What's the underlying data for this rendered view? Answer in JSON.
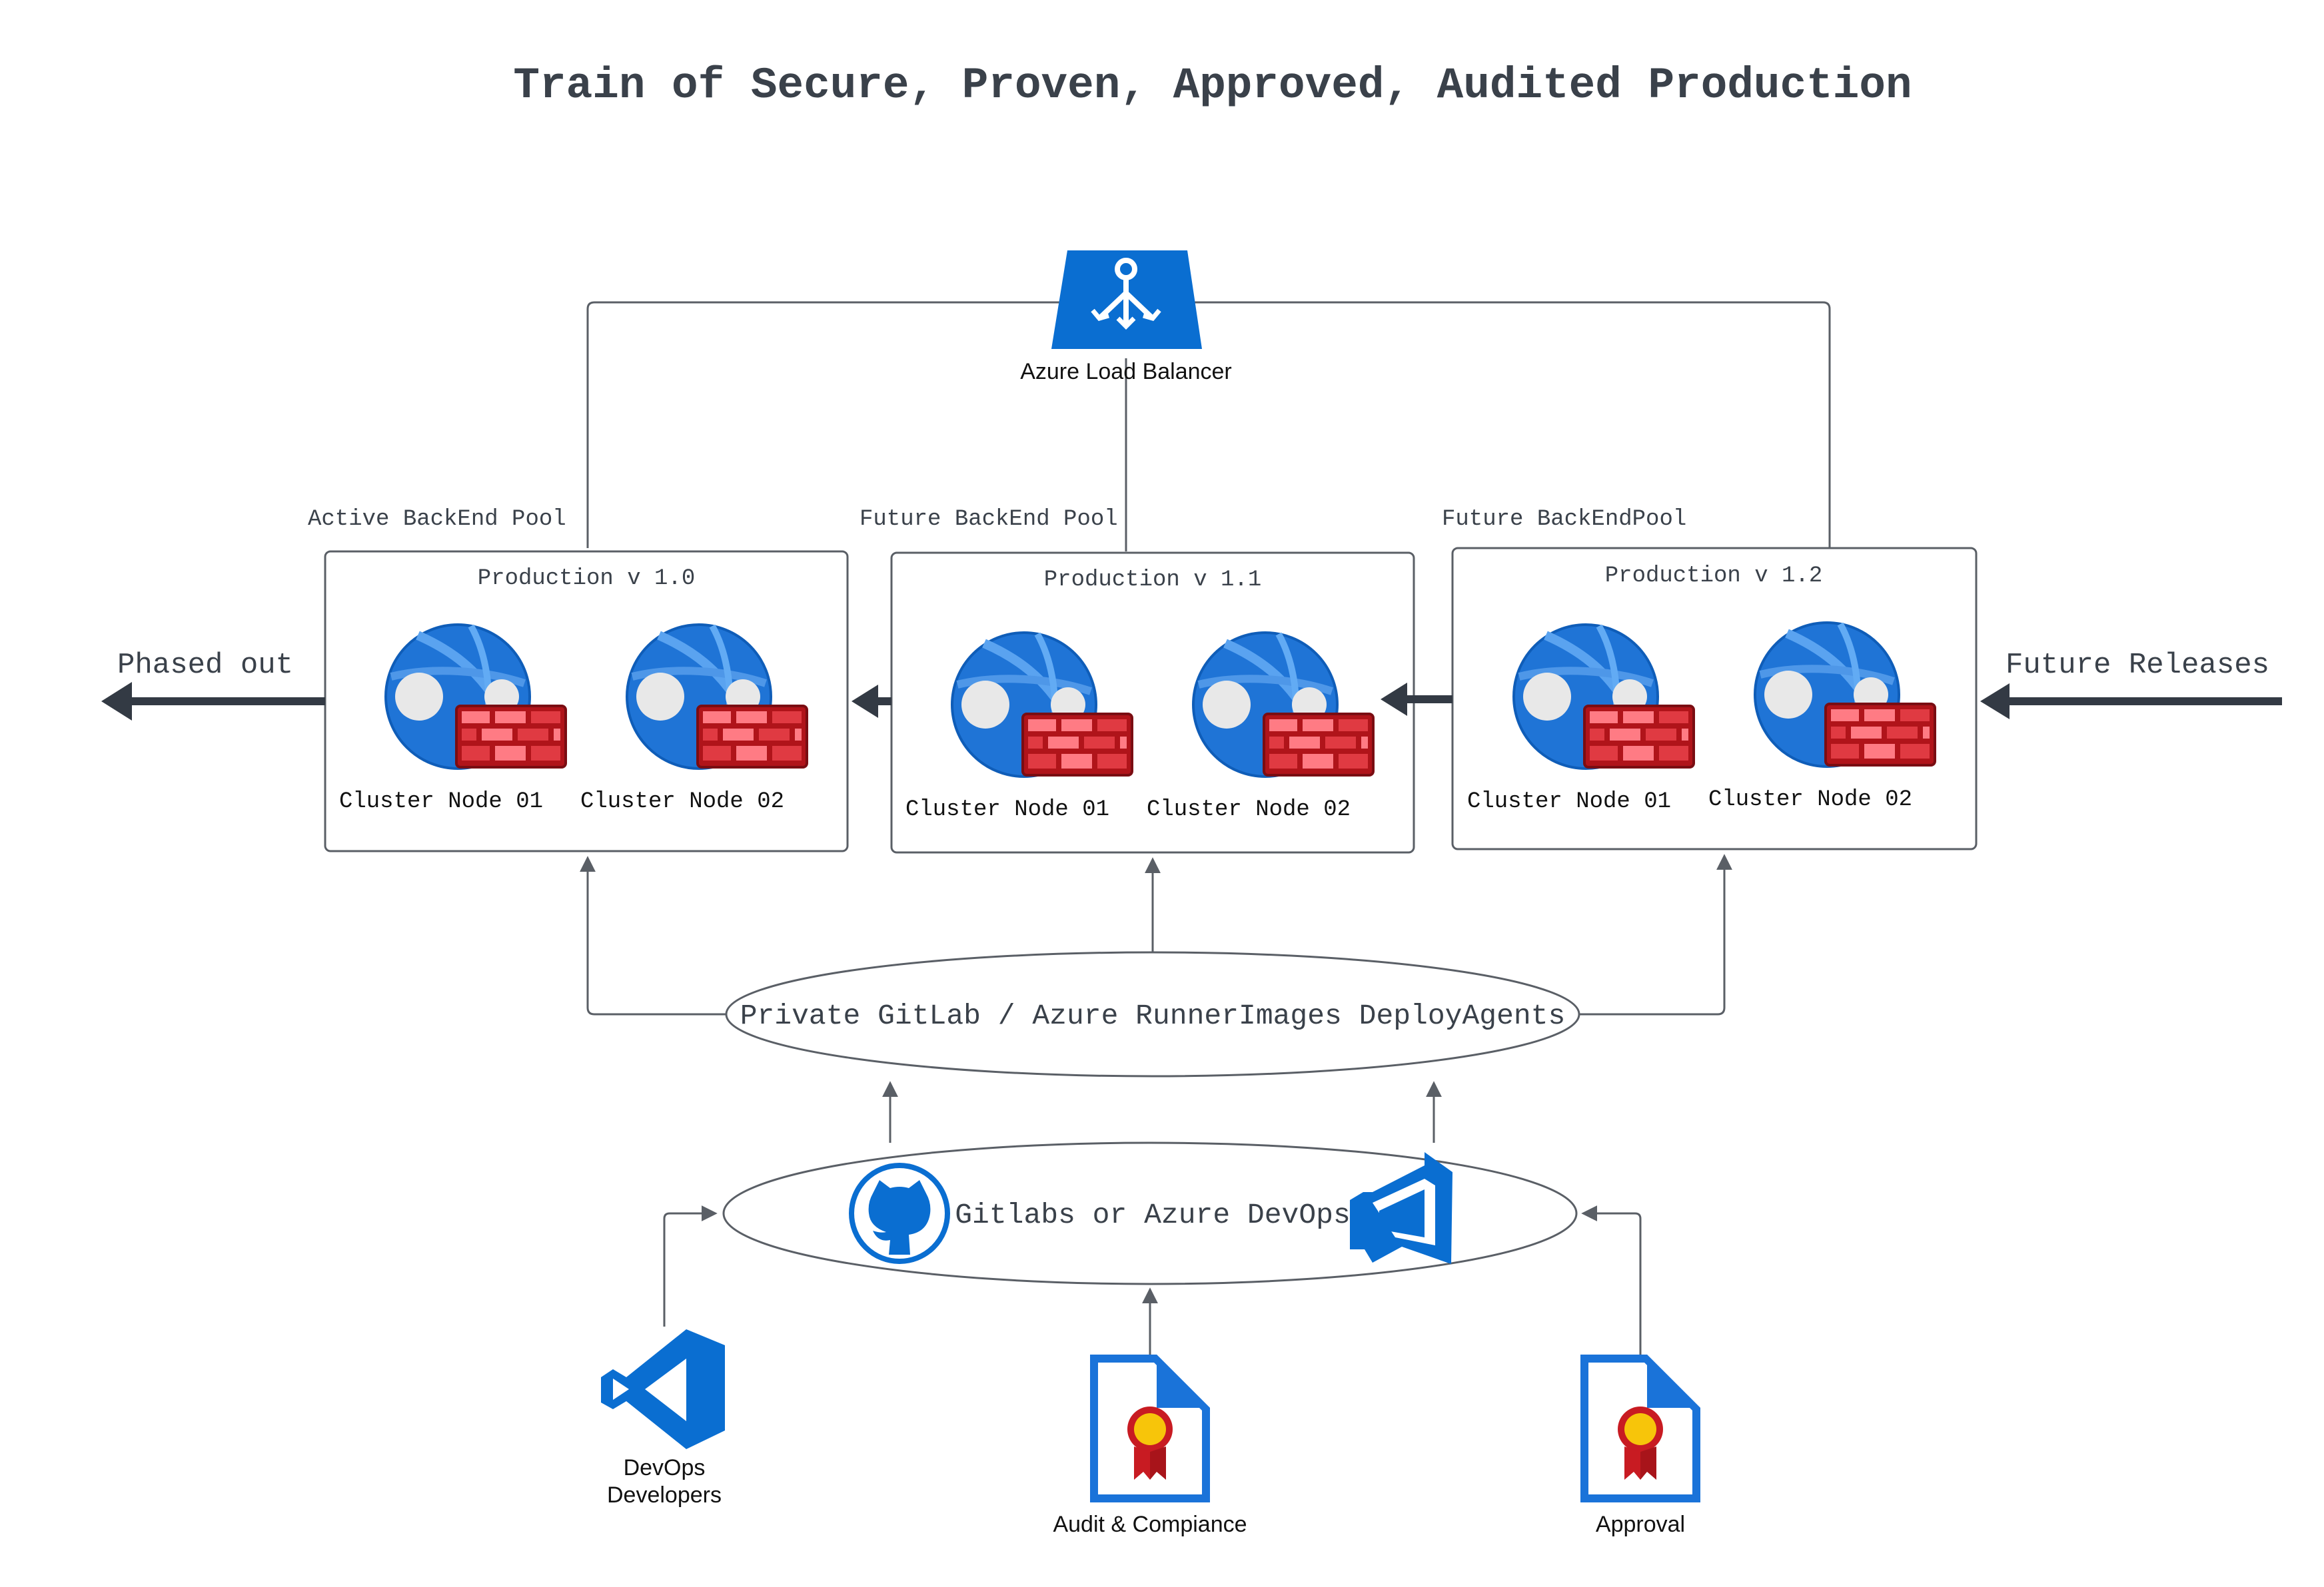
{
  "title": "Train of Secure, Proven, Approved, Audited Production",
  "load_balancer": {
    "label": "Azure Load Balancer",
    "icon": "load-balancer-icon"
  },
  "pools": [
    {
      "pool_label": "Active BackEnd Pool",
      "production_label": "Production v 1.0",
      "nodes": [
        "Cluster Node 01",
        "Cluster Node 02"
      ]
    },
    {
      "pool_label": "Future BackEnd Pool",
      "production_label": "Production v 1.1",
      "nodes": [
        "Cluster Node 01",
        "Cluster Node 02"
      ]
    },
    {
      "pool_label": "Future BackEndPool",
      "production_label": "Production v 1.2",
      "nodes": [
        "Cluster Node 01",
        "Cluster Node 02"
      ]
    }
  ],
  "phased_out_label": "Phased out",
  "future_releases_label": "Future Releases",
  "runners_label": "Private GitLab / Azure RunnerImages DeployAgents",
  "devops_label": "Gitlabs or Azure DevOps",
  "inputs": {
    "developers_label_line1": "DevOps",
    "developers_label_line2": "Developers",
    "audit_label": "Audit & Compiance",
    "approval_label": "Approval"
  },
  "icons": {
    "node": "web-app-firewall-icon",
    "github": "github-icon",
    "azure_devops": "azure-devops-icon",
    "vscode": "visual-studio-code-icon",
    "certificate": "certificate-icon"
  },
  "colors": {
    "azure_blue": "#0a6ed1",
    "globe_blue": "#2f84dc",
    "firewall_red": "#c4171e",
    "line": "#5a5f66",
    "arrow_dark": "#333a44",
    "text": "#3a414a"
  }
}
